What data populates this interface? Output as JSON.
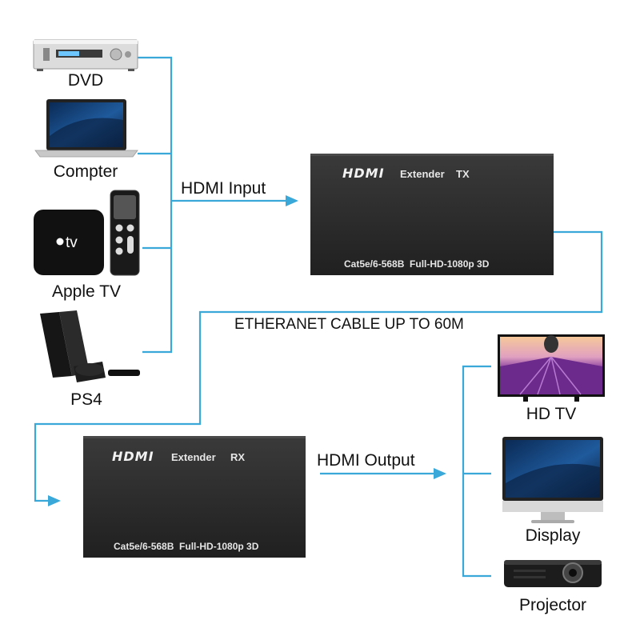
{
  "sources": [
    {
      "label": "DVD",
      "icon": "dvd-player-icon"
    },
    {
      "label": "Compter",
      "icon": "laptop-icon"
    },
    {
      "label": "Apple TV",
      "icon": "apple-tv-icon"
    },
    {
      "label": "PS4",
      "icon": "ps4-console-icon"
    }
  ],
  "apple_tv_logo": "tv",
  "input_label": "HDMI Input",
  "transmitter": {
    "brand": "HDMI",
    "name": "Extender",
    "model": "TX",
    "spec": "Cat5e/6-568B  Full-HD-1080p 3D"
  },
  "cable_label": "ETHERANET CABLE UP TO 60M",
  "receiver": {
    "brand": "HDMI",
    "name": "Extender",
    "model": "RX",
    "spec": "Cat5e/6-568B  Full-HD-1080p 3D"
  },
  "output_label": "HDMI Output",
  "outputs": [
    {
      "label": "HD TV",
      "icon": "hd-tv-icon"
    },
    {
      "label": "Display",
      "icon": "monitor-icon"
    },
    {
      "label": "Projector",
      "icon": "projector-icon"
    }
  ],
  "colors": {
    "connector": "#3aa8d8",
    "box": "#2c2c2c",
    "text": "#111111"
  }
}
